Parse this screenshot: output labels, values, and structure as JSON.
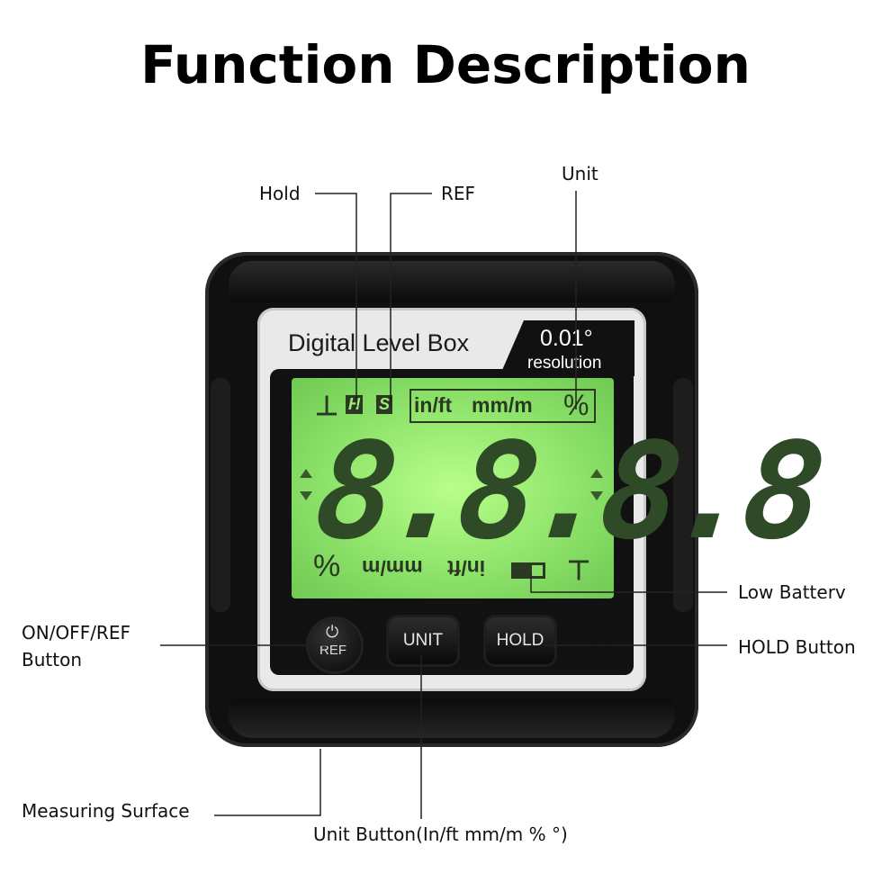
{
  "title": "Function Description",
  "device": {
    "brand": "Digital Level Box",
    "resolution_value": "0.01°",
    "resolution_label": "resolution",
    "lcd": {
      "level_symbol": "⊥",
      "hold_indicator": "H",
      "ref_indicator": "S",
      "unit_in_ft": "in/ft",
      "unit_mm_m": "mm/m",
      "unit_percent": "%",
      "digits": "8.8.8.8",
      "bottom_percent": "%",
      "bottom_mm_m": "mm/m",
      "bottom_in_ft": "in/ft"
    },
    "buttons": {
      "power_icon": "⏻",
      "power_label": "REF",
      "unit_label": "UNIT",
      "hold_label": "HOLD"
    },
    "magnet_icon": "magnet-icon"
  },
  "callouts": {
    "hold": "Hold",
    "ref": "REF",
    "unit": "Unit",
    "low_battery": "Low Batterv",
    "on_off_ref_line1": "ON/OFF/REF",
    "on_off_ref_line2": "Button",
    "hold_button": "HOLD Button",
    "measuring_surface": "Measuring Surface",
    "unit_button": "Unit Button(In/ft  mm/m %  °)"
  }
}
